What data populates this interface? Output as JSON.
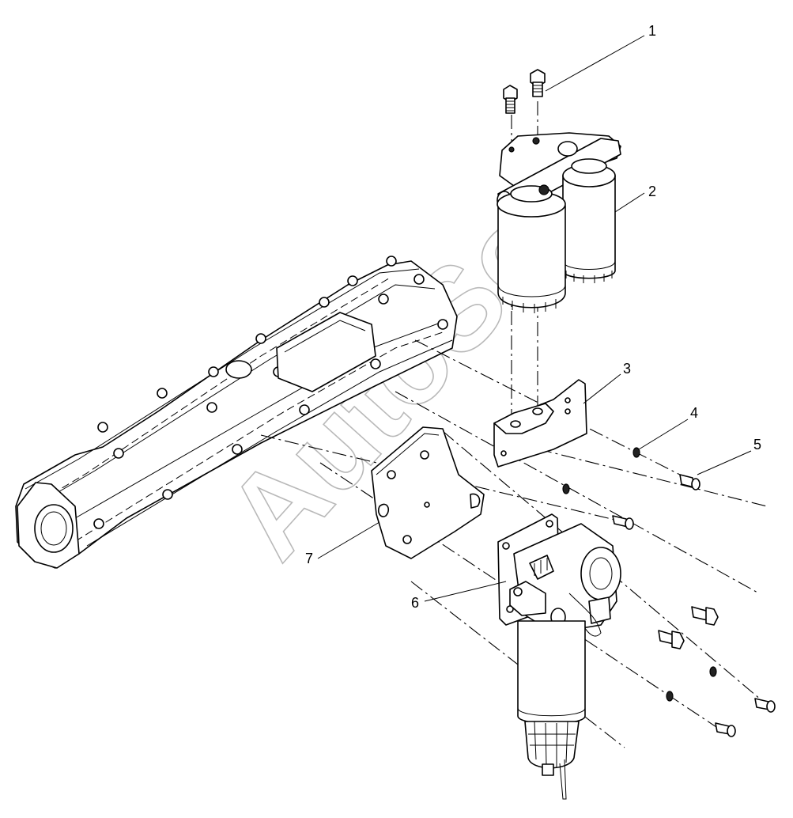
{
  "diagram": {
    "watermark": "AutoSoft",
    "callouts": [
      {
        "id": "1",
        "label": "1"
      },
      {
        "id": "2",
        "label": "2"
      },
      {
        "id": "3",
        "label": "3"
      },
      {
        "id": "4",
        "label": "4"
      },
      {
        "id": "5",
        "label": "5"
      },
      {
        "id": "6",
        "label": "6"
      },
      {
        "id": "7",
        "label": "7"
      }
    ]
  }
}
